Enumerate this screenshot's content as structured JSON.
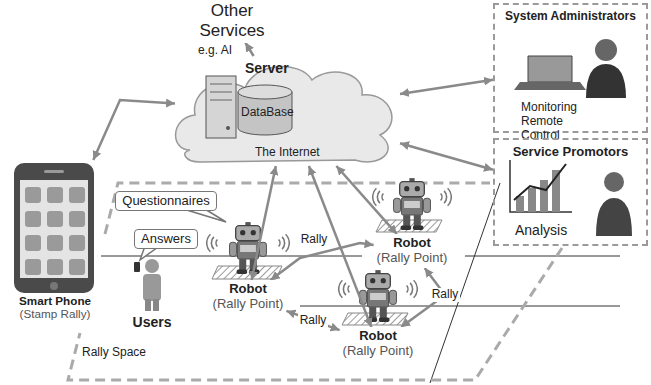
{
  "diagram": {
    "nodes": [
      {
        "text": [
          "Other Services"
        ]
      },
      {
        "text": [
          "Server",
          "DataBase",
          "The Internet"
        ]
      },
      {
        "text": [
          "Smart Phone",
          "(Stamp Rally)"
        ]
      },
      {
        "text": [
          "System Administrators",
          "Monitoring Remote Control"
        ]
      },
      {
        "text": [
          "Service Promotors",
          "Analysis"
        ]
      },
      {
        "text": [
          "Rally Space"
        ]
      },
      {
        "text": [
          "Questionnaires"
        ],
        "in": 5
      },
      {
        "text": [
          "Answers"
        ],
        "in": 5
      },
      {
        "text": [
          "Robot",
          "(Rally Point)"
        ],
        "in": 5
      },
      {
        "text": [
          "Robot",
          "(Rally Point)"
        ],
        "in": 5
      },
      {
        "text": [
          "Robot",
          "(Rally Point)"
        ],
        "in": 5
      },
      {
        "text": [
          "Users"
        ],
        "in": 5
      }
    ],
    "edges": [
      {
        "from": 1,
        "to": 0,
        "arrow": "to"
      },
      {
        "from": 1,
        "to": 2,
        "arrow": "both"
      },
      {
        "from": 1,
        "to": 3,
        "arrow": "both"
      },
      {
        "from": 1,
        "to": 4,
        "arrow": "both"
      },
      {
        "from": 1,
        "to": 8,
        "arrow": "both"
      },
      {
        "from": 1,
        "to": 9,
        "arrow": "both"
      },
      {
        "from": 1,
        "to": 10,
        "arrow": "both"
      },
      {
        "from": 8,
        "to": 9,
        "arrow": "both",
        "label": "Rally"
      },
      {
        "from": 8,
        "to": 10,
        "arrow": "both",
        "label": "Rally"
      },
      {
        "from": 9,
        "to": 10,
        "arrow": "both",
        "label": "Rally"
      }
    ],
    "labels": [
      "e.g. AI"
    ]
  }
}
